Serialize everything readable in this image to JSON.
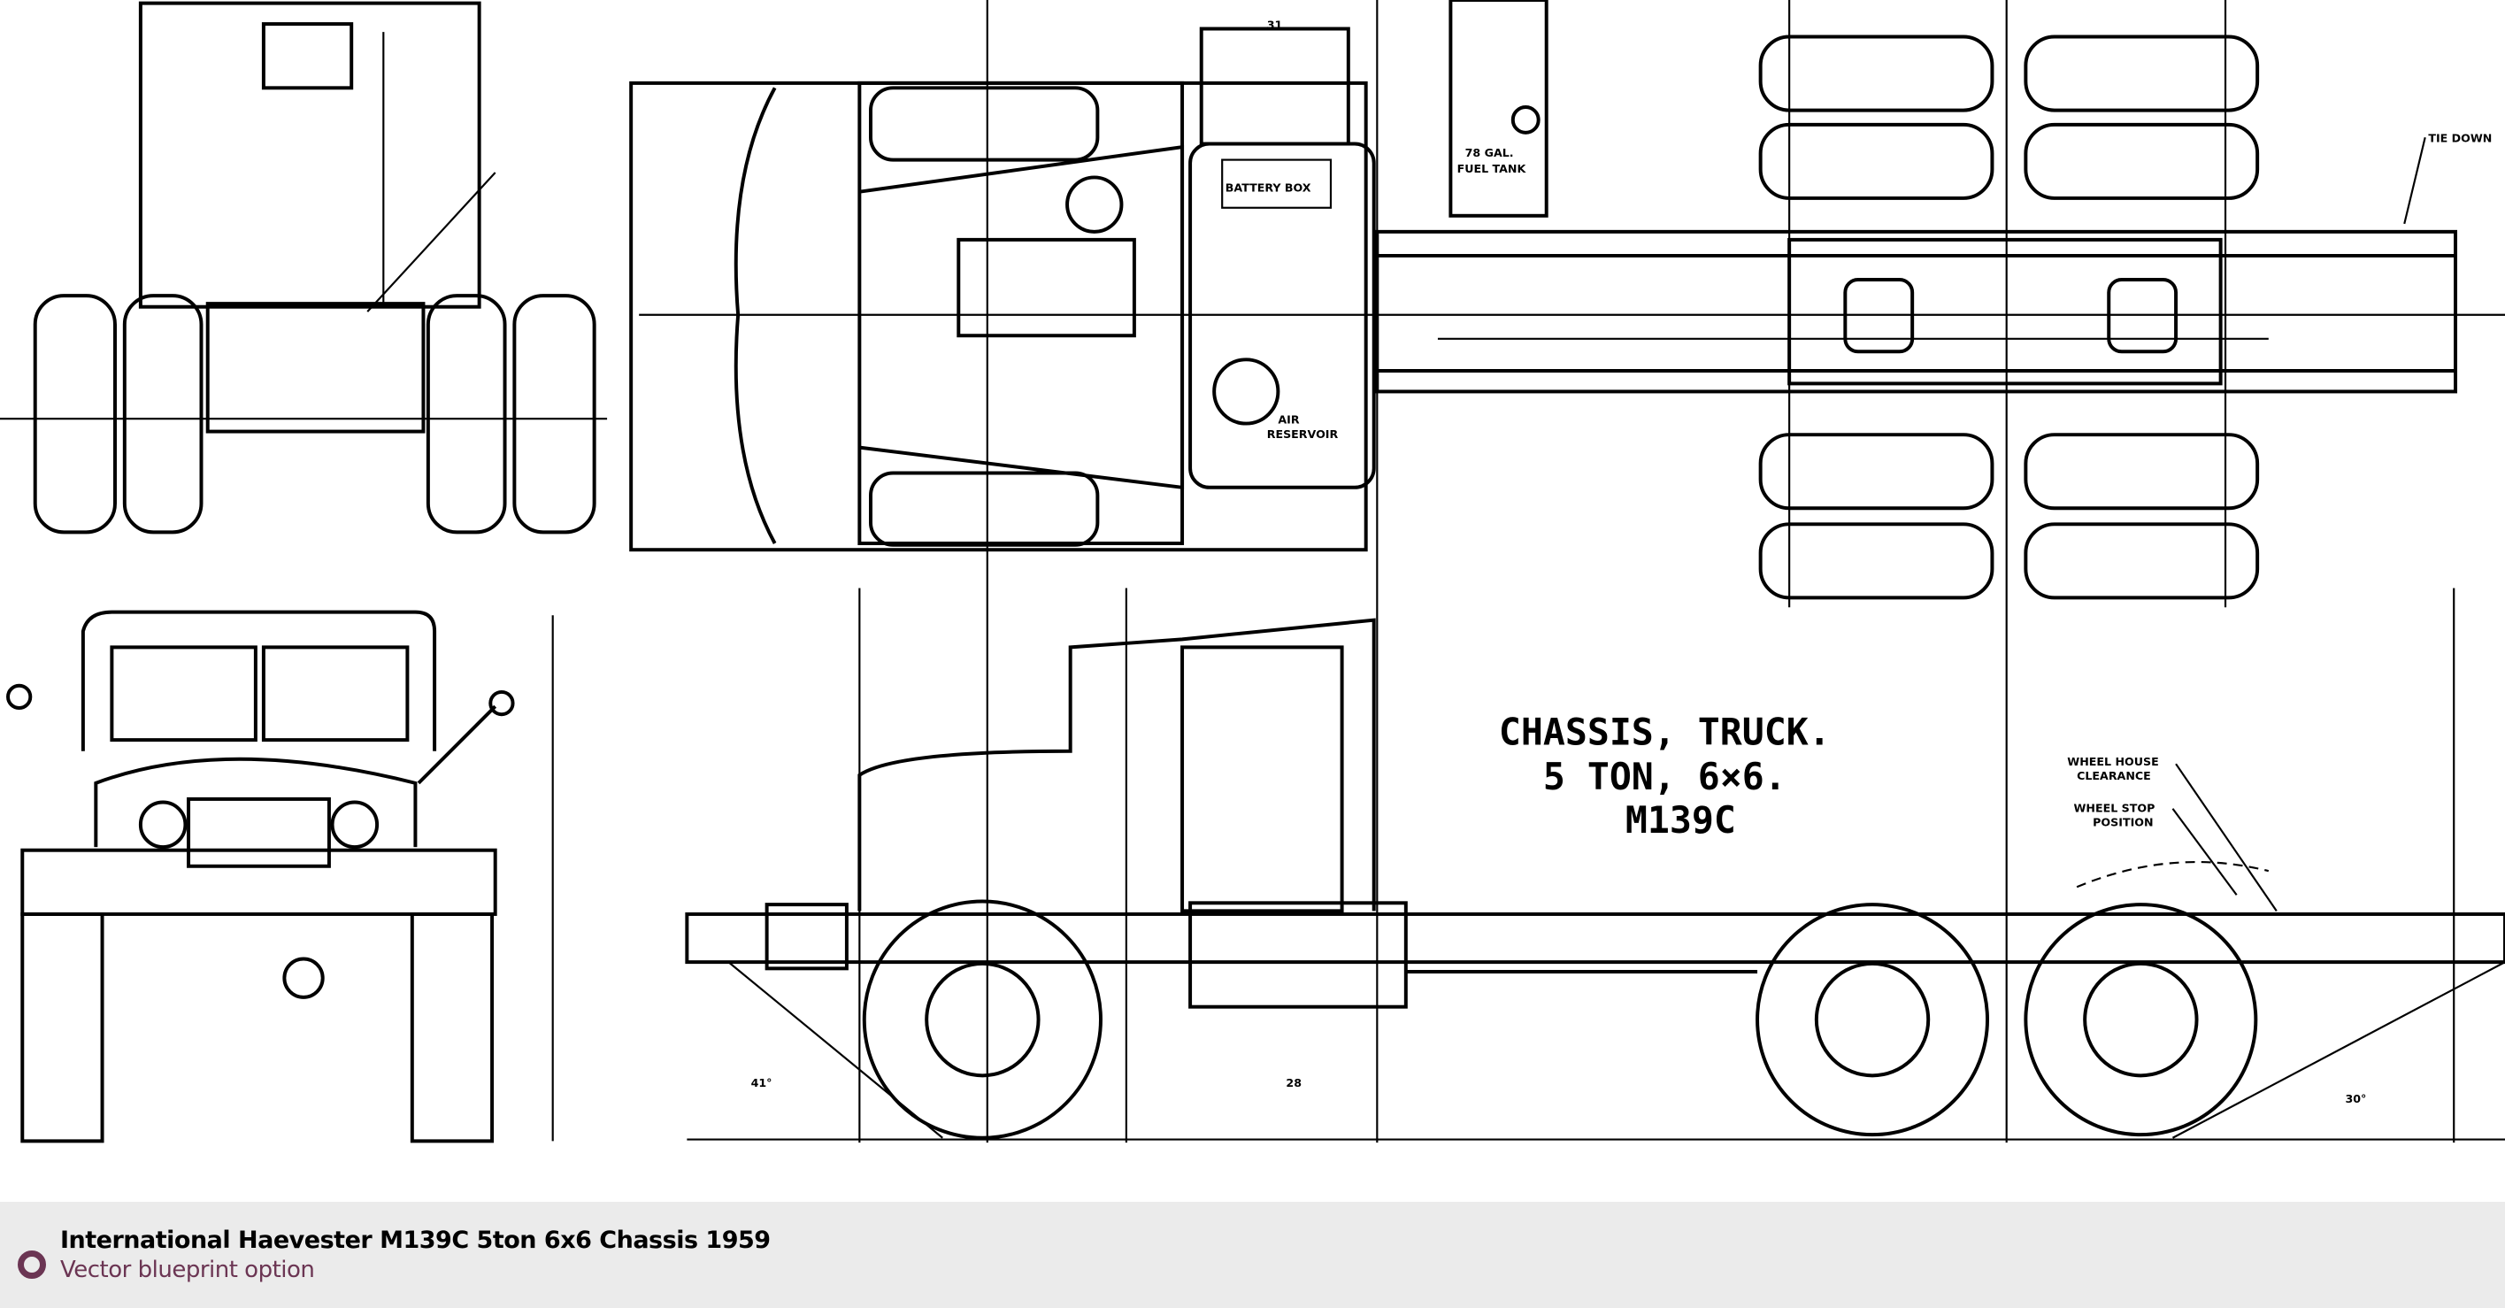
{
  "blueprint": {
    "main_title": [
      "CHASSIS, TRUCK.",
      "5 TON, 6×6.",
      "M139C"
    ],
    "labels": {
      "battery_box": "BATTERY BOX",
      "fuel_tank_1": "78 GAL.",
      "fuel_tank_2": "FUEL TANK",
      "tie_down": "TIE DOWN",
      "air_reservoir_1": "AIR",
      "air_reservoir_2": "RESERVOIR",
      "wheel_house_1": "WHEEL HOUSE",
      "wheel_house_2": "CLEARANCE",
      "wheel_stop_1": "WHEEL STOP",
      "wheel_stop_2": "POSITION",
      "angle_front": "41°",
      "angle_rear": "30°",
      "dim_31": "31",
      "dim_28": "28"
    }
  },
  "footer": {
    "title": "International Haevester M139C 5ton 6x6 Chassis 1959",
    "subtitle": "Vector blueprint option",
    "accent_color": "#6b3553"
  }
}
